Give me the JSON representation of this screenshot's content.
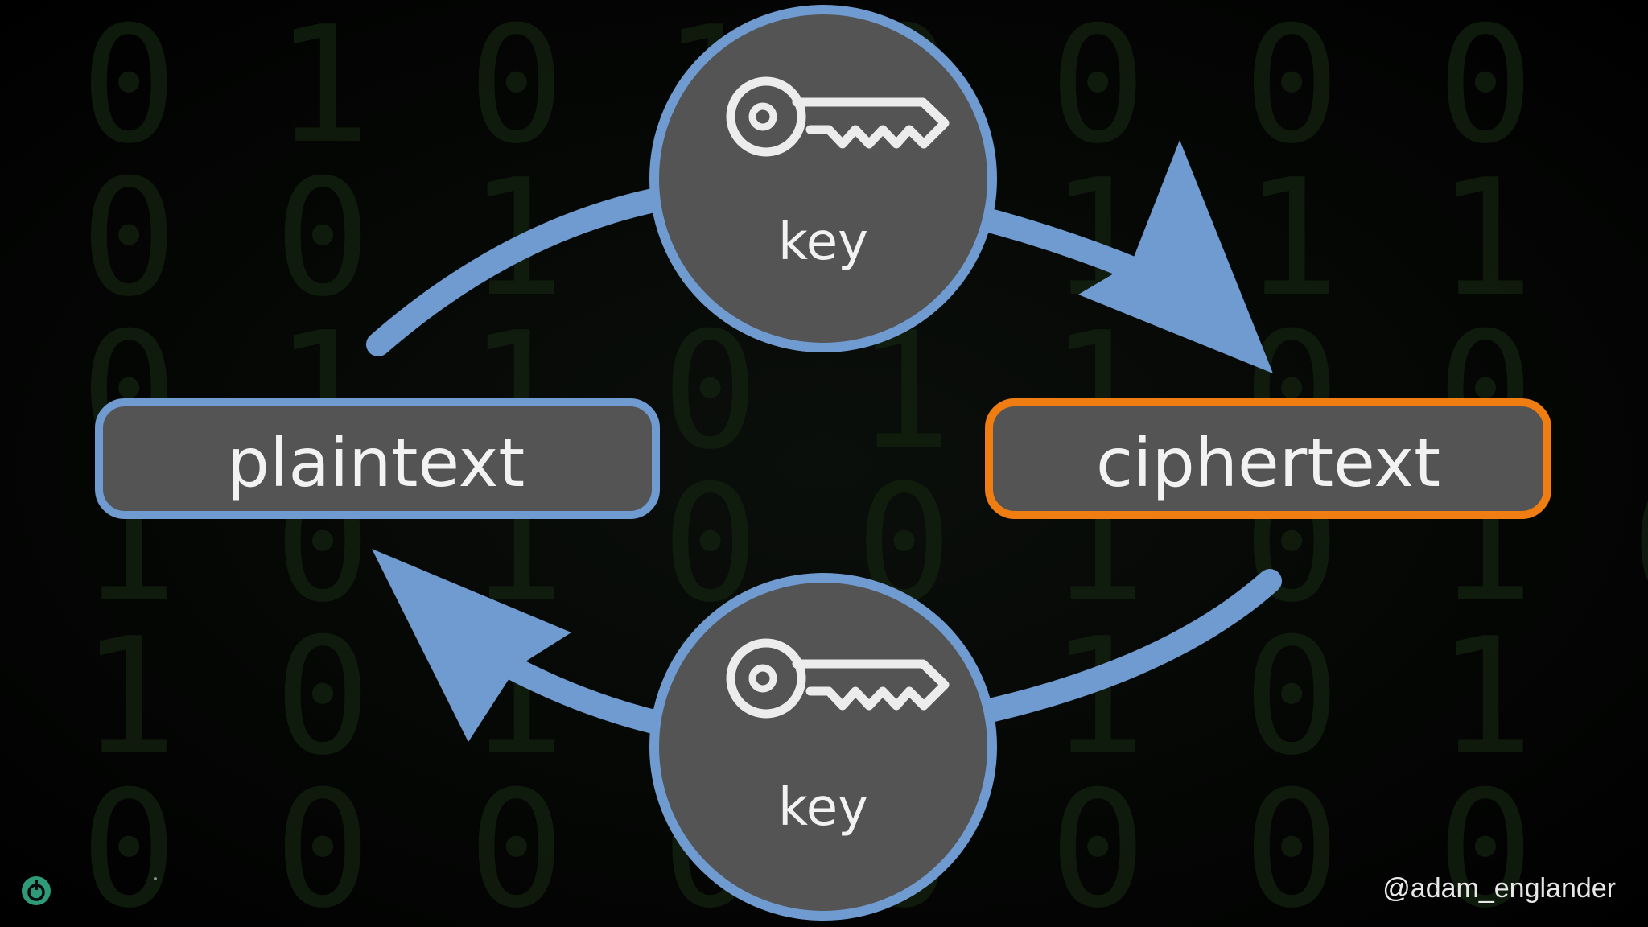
{
  "diagram": {
    "plaintext_label": "plaintext",
    "ciphertext_label": "ciphertext",
    "top_key_label": "key",
    "bottom_key_label": "key"
  },
  "footer": {
    "twitter_handle": "@adam_englander"
  },
  "background": {
    "binary_rows": [
      "0 1 0 1 0 0 0 0 1",
      "0 0 1 0 1 1 1 1 1",
      "0 1 1 0 1 1 0 0 1 0",
      "1 0 1 0 0 1 0 1 0 1",
      "1 0 1 1 0 1 0 1 1 1",
      "0 0 0 0 0 0 0 0 1 1"
    ]
  },
  "colors": {
    "arrow_blue": "#6f9bd1",
    "node_fill": "#545454",
    "plaintext_border": "#6f9bd1",
    "ciphertext_border": "#f07d12",
    "logo_green": "#2e9a78"
  },
  "icons": {
    "key": "key-icon",
    "logo": "power-logo-icon"
  }
}
